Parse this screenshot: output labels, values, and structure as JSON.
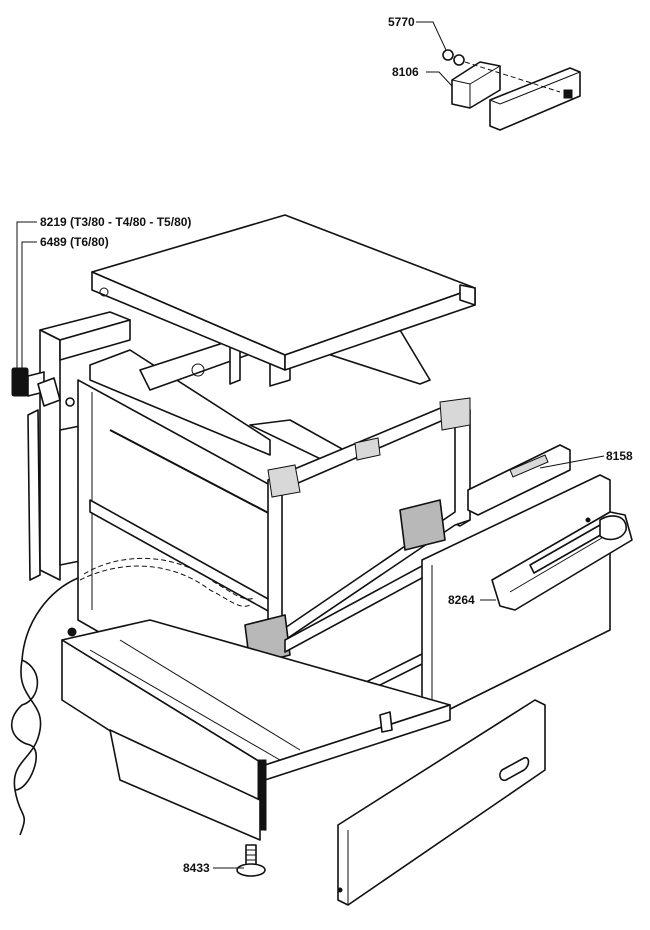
{
  "callouts": {
    "p5770": "5770",
    "p8106": "8106",
    "p8219": "8219 (T3/80 - T4/80 - T5/80)",
    "p6489": "6489 (T6/80)",
    "p8158": "8158",
    "p8264": "8264",
    "p8433": "8433"
  },
  "colors": {
    "ink": "#111111",
    "paper": "#ffffff"
  }
}
